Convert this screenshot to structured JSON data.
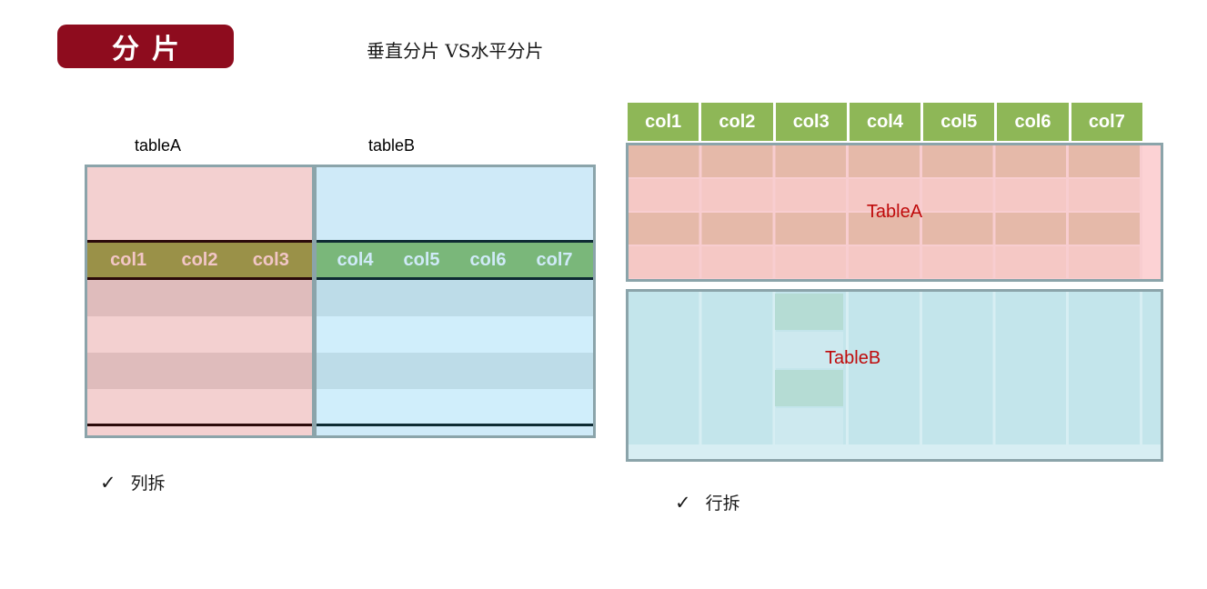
{
  "header": {
    "badge": "分片",
    "title": "垂直分片 VS水平分片"
  },
  "colors": {
    "badge_bg": "#8e0c1e",
    "badge_text": "#ffffff",
    "box_border": "#8ba4aa",
    "pink_light": "#f3d0d0",
    "pink_dark": "#dfbcbc",
    "pink_line": "#2b0a0a",
    "olive_header": "#9a9148",
    "olive_header_text": "#f2c6c6",
    "blue_light": "#cfeaf8",
    "blue_dark": "#bddce8",
    "blue_lighter": "#d0eefb",
    "blue_line": "#0e2b33",
    "green_header": "#7ab77a",
    "green_header_text": "#cfeaf8",
    "grid_green": "#8eb757",
    "grid_green_text": "#ffffff",
    "ta_bg": "#fcd2d4",
    "ta_row_dark": "#e5b9a9",
    "ta_row_light": "#f5c8c5",
    "ta_line": "#f8cdd0",
    "tb_bg": "#c3e5eb",
    "tb_line": "#d7eef3",
    "tb_cell_green": "#b5dcd4",
    "tb_cell_light": "#cde9ef",
    "table_label": "#bf0a0a"
  },
  "vertical_shard": {
    "table_a_label": "tableA",
    "table_b_label": "tableB",
    "table_a_columns": [
      "col1",
      "col2",
      "col3"
    ],
    "table_b_columns": [
      "col4",
      "col5",
      "col6",
      "col7"
    ],
    "caption_check": "✓",
    "caption": "列拆"
  },
  "horizontal_shard": {
    "columns": [
      "col1",
      "col2",
      "col3",
      "col4",
      "col5",
      "col6",
      "col7"
    ],
    "table_a_label": "TableA",
    "table_b_label": "TableB",
    "caption_check": "✓",
    "caption": "行拆"
  }
}
